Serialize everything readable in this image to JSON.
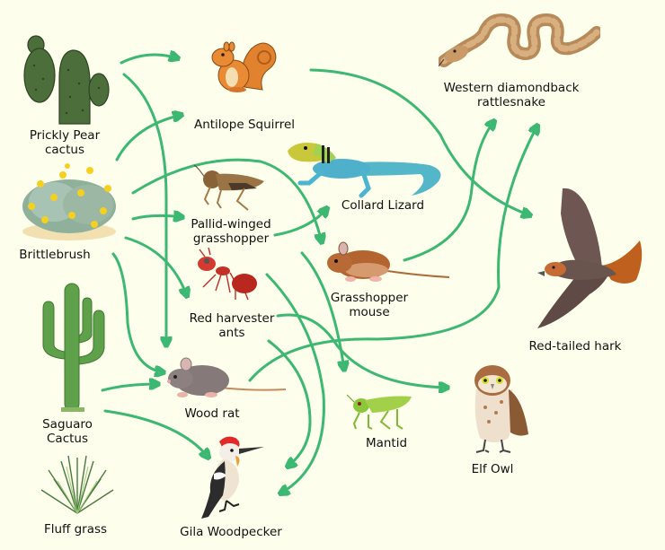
{
  "colors": {
    "background": "#fefeec",
    "arrow": "#3cb872",
    "label_text": "#111111"
  },
  "organisms": {
    "prickly_pear": {
      "label_line1": "Prickly Pear",
      "label_line2": "cactus",
      "icon": "prickly-pear-cactus"
    },
    "brittlebrush": {
      "label": "Brittlebrush",
      "icon": "flowering-shrub"
    },
    "saguaro": {
      "label_line1": "Saguaro",
      "label_line2": "Cactus",
      "icon": "saguaro-cactus"
    },
    "fluff_grass": {
      "label": "Fluff grass",
      "icon": "grass-tuft"
    },
    "squirrel": {
      "label": "Antilope Squirrel",
      "icon": "squirrel"
    },
    "grasshopper": {
      "label_line1": "Pallid-winged",
      "label_line2": "grasshopper",
      "icon": "grasshopper"
    },
    "ants": {
      "label_line1": "Red harvester",
      "label_line2": "ants",
      "icon": "ant"
    },
    "wood_rat": {
      "label": "Wood rat",
      "icon": "rat"
    },
    "woodpecker": {
      "label": "Gila Woodpecker",
      "icon": "woodpecker"
    },
    "lizard": {
      "label": "Collard Lizard",
      "icon": "lizard"
    },
    "gh_mouse": {
      "label_line1": "Grasshopper",
      "label_line2": "mouse",
      "icon": "mouse"
    },
    "mantid": {
      "label": "Mantid",
      "icon": "mantid"
    },
    "rattlesnake": {
      "label_line1": "Western diamondback",
      "label_line2": "rattlesnake",
      "icon": "snake"
    },
    "hawk": {
      "label": "Red-tailed hark",
      "icon": "hawk"
    },
    "owl": {
      "label": "Elf Owl",
      "icon": "owl"
    }
  },
  "links": [
    {
      "from": "Prickly Pear cactus",
      "to": "Antilope Squirrel"
    },
    {
      "from": "Prickly Pear cactus",
      "to": "Wood rat"
    },
    {
      "from": "Brittlebrush",
      "to": "Antilope Squirrel"
    },
    {
      "from": "Brittlebrush",
      "to": "Grasshopper mouse"
    },
    {
      "from": "Brittlebrush",
      "to": "Pallid-winged grasshopper"
    },
    {
      "from": "Brittlebrush",
      "to": "Red harvester ants"
    },
    {
      "from": "Brittlebrush",
      "to": "Wood rat"
    },
    {
      "from": "Saguaro Cactus",
      "to": "Wood rat"
    },
    {
      "from": "Saguaro Cactus",
      "to": "Gila Woodpecker"
    },
    {
      "from": "Antilope Squirrel",
      "to": "Red-tailed hark"
    },
    {
      "from": "Pallid-winged grasshopper",
      "to": "Collard Lizard"
    },
    {
      "from": "Pallid-winged grasshopper",
      "to": "Gila Woodpecker"
    },
    {
      "from": "Red harvester ants",
      "to": "Elf Owl"
    },
    {
      "from": "Red harvester ants",
      "to": "Gila Woodpecker"
    },
    {
      "from": "Grasshopper mouse",
      "to": "Western diamondback rattlesnake"
    },
    {
      "from": "Wood rat",
      "to": "Red-tailed hark"
    },
    {
      "from": "Collard Lizard",
      "to": "Mantid"
    }
  ]
}
